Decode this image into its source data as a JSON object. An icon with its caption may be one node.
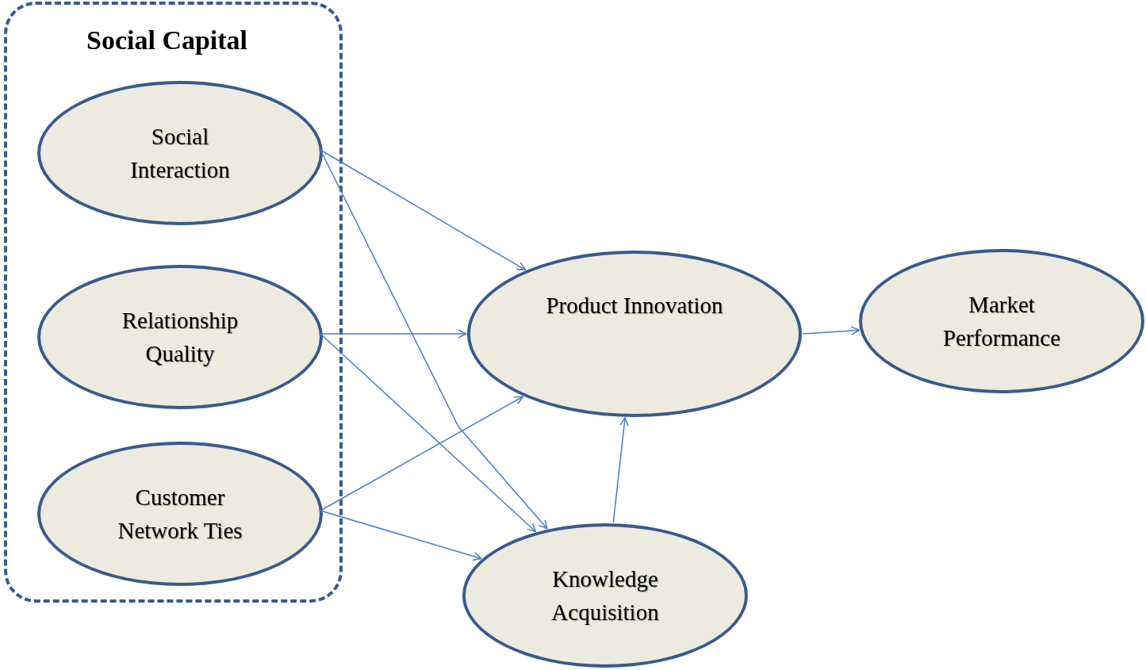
{
  "diagram": {
    "nodes": [
      {
        "text": [
          "Social Capital"
        ]
      },
      {
        "text": [
          "Social Interaction"
        ],
        "in": 0
      },
      {
        "text": [
          "Relationship Quality"
        ],
        "in": 0
      },
      {
        "text": [
          "Customer Network Ties"
        ],
        "in": 0
      },
      {
        "text": [
          "Product Innovation"
        ]
      },
      {
        "text": [
          "Market Performance"
        ]
      },
      {
        "text": [
          "Knowledge Acquisition"
        ]
      }
    ],
    "edges": [
      {
        "from": 1,
        "to": 4,
        "arrow": "to"
      },
      {
        "from": 1,
        "to": 6,
        "arrow": "to"
      },
      {
        "from": 2,
        "to": 4,
        "arrow": "to"
      },
      {
        "from": 2,
        "to": 6,
        "arrow": "to"
      },
      {
        "from": 3,
        "to": 4,
        "arrow": "to"
      },
      {
        "from": 3,
        "to": 6,
        "arrow": "to"
      },
      {
        "from": 6,
        "to": 4,
        "arrow": "to"
      },
      {
        "from": 4,
        "to": 5,
        "arrow": "to"
      }
    ]
  }
}
